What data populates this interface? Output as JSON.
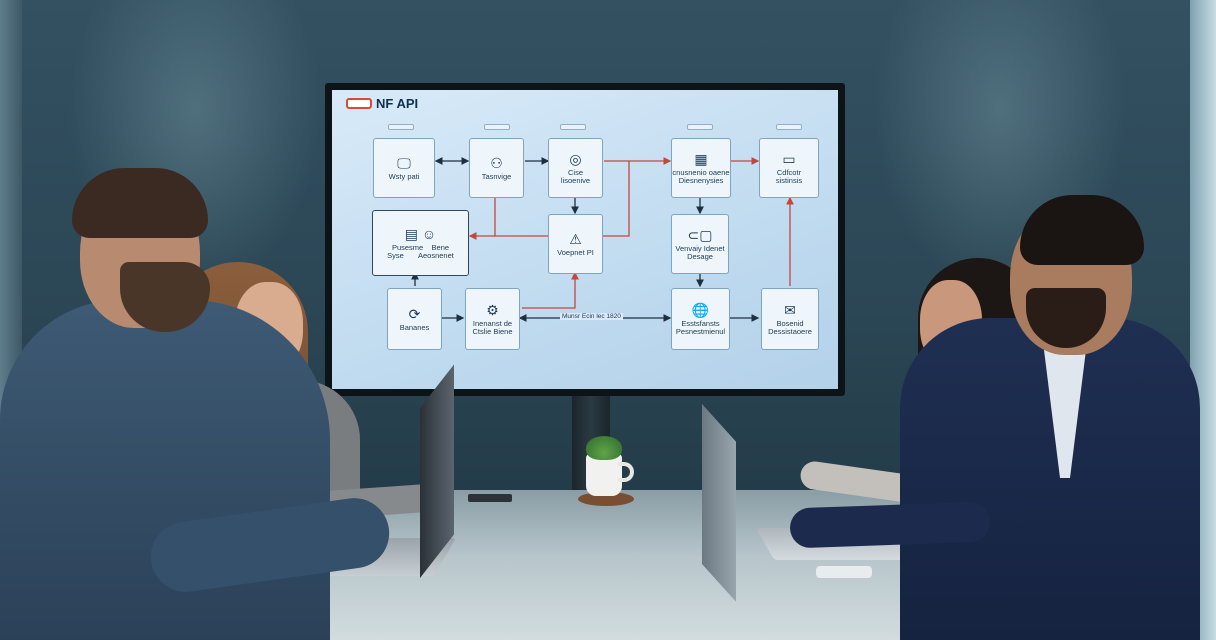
{
  "screen": {
    "logo_text": "NF API",
    "nodes": [
      {
        "id": "n1",
        "icon": "🖵",
        "label": "Wsty pati"
      },
      {
        "id": "n2",
        "icon": "⚇",
        "label": "Tasnvige"
      },
      {
        "id": "n3",
        "icon": "◎",
        "label": "Cise\nlisoenive"
      },
      {
        "id": "n4",
        "icon": "▦",
        "label": "cnusnenio oaene\nDiesnenysies"
      },
      {
        "id": "n5",
        "icon": "▭",
        "label": "Cdfcotr\nsistinsis"
      },
      {
        "id": "n6",
        "icon": "▤  ☺",
        "label": "Pusesme    Bene\nSyse       Aeosnenet"
      },
      {
        "id": "n7",
        "icon": "⚠",
        "label": "Voepnet PI"
      },
      {
        "id": "n8",
        "icon": "⊂▢",
        "label": "Venvaiy Idenet\nDesage"
      },
      {
        "id": "n9",
        "icon": "⟳",
        "label": "Bananes"
      },
      {
        "id": "n10",
        "icon": "⚙",
        "label": "Inenanst de\nCtslie Biene"
      },
      {
        "id": "n11",
        "icon": "🌐",
        "label": "Esstsfansts\nPesnestmienul"
      },
      {
        "id": "n12",
        "icon": "✉",
        "label": "Bosenid\nDessistaoere"
      }
    ],
    "connector_label": "Munsr Ecin lec 1820"
  }
}
